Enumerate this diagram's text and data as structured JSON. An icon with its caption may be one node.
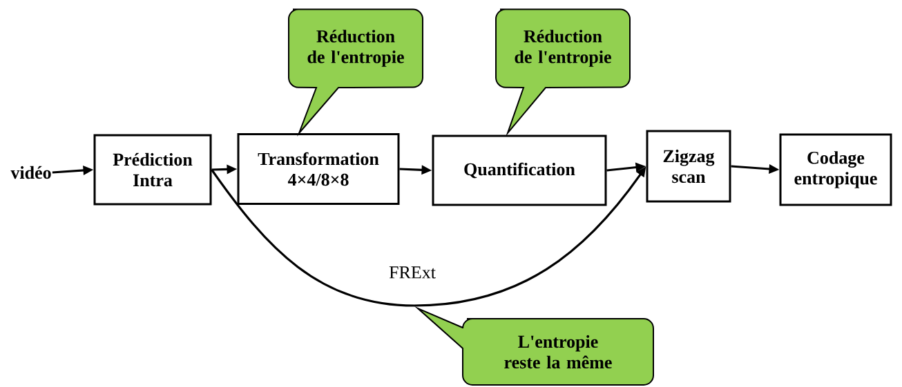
{
  "diagram": {
    "nodes": [
      {
        "text": [
          "vidéo"
        ]
      },
      {
        "text": [
          "Prédiction Intra"
        ]
      },
      {
        "text": [
          "Transformation 4×4/8×8"
        ]
      },
      {
        "text": [
          "Quantification"
        ]
      },
      {
        "text": [
          "Zigzag scan"
        ]
      },
      {
        "text": [
          "Codage entropique"
        ]
      },
      {
        "text": [
          "Réduction de l'entropie"
        ]
      },
      {
        "text": [
          "Réduction de l'entropie"
        ]
      },
      {
        "text": [
          "L'entropie reste la même"
        ]
      }
    ],
    "edges": [
      {
        "from": 0,
        "to": 1,
        "arrow": "to"
      },
      {
        "from": 1,
        "to": 2,
        "arrow": "to"
      },
      {
        "from": 2,
        "to": 3,
        "arrow": "to"
      },
      {
        "from": 3,
        "to": 4,
        "arrow": "to"
      },
      {
        "from": 4,
        "to": 5,
        "arrow": "to"
      },
      {
        "from": 1,
        "to": 4,
        "arrow": "to",
        "label": "FRExt"
      }
    ]
  }
}
